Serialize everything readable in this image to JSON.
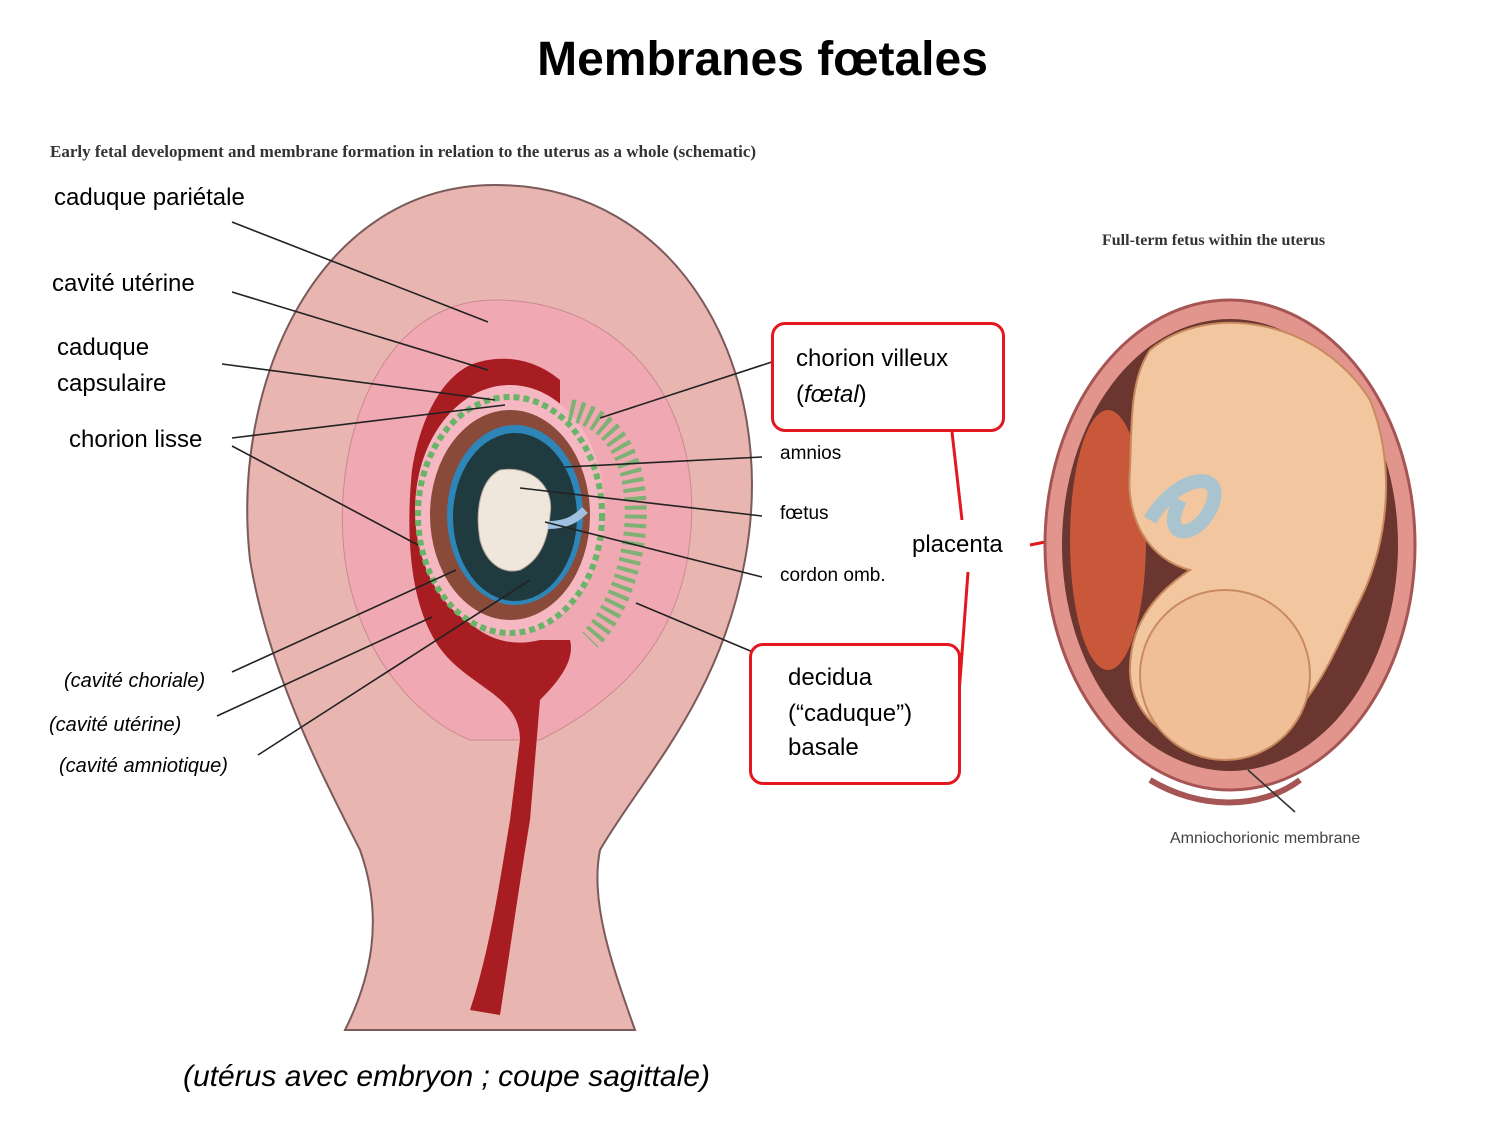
{
  "title": "Membranes fœtales",
  "figure1": {
    "caption": "Early fetal development and membrane formation in relation to the uterus as a whole (schematic)",
    "labels": {
      "caduque_parietale": "caduque pariétale",
      "cavite_uterine": "cavité utérine",
      "caduque_capsulaire_1": "caduque",
      "caduque_capsulaire_2": "capsulaire",
      "chorion_lisse": "chorion lisse",
      "chorion_villeux_1": "chorion villeux",
      "chorion_villeux_2_open": "(",
      "chorion_villeux_2_ital": "fœtal",
      "chorion_villeux_2_close": ")",
      "amnios": "amnios",
      "foetus": "fœtus",
      "cordon": "cordon omb.",
      "placenta": "placenta",
      "decidua_1": "decidua",
      "decidua_2": "(“caduque”)",
      "decidua_3": "basale",
      "cavite_choriale": "(cavité choriale)",
      "cavite_uterine_2": "(cavité utérine)",
      "cavite_amniotique": "(cavité amniotique)"
    },
    "bottom_caption": "(utérus avec embryon ; coupe sagittale)"
  },
  "figure2": {
    "caption": "Full-term fetus within the uterus",
    "label": "Amniochorionic membrane"
  },
  "colors": {
    "uterus_wall": "#e8b5b0",
    "decidua_pink": "#f0a4ae",
    "blood_red": "#a81d22",
    "chorion_green": "#6ab46a",
    "amnion_blue": "#2e85b8",
    "callout_red": "#e3171d"
  }
}
